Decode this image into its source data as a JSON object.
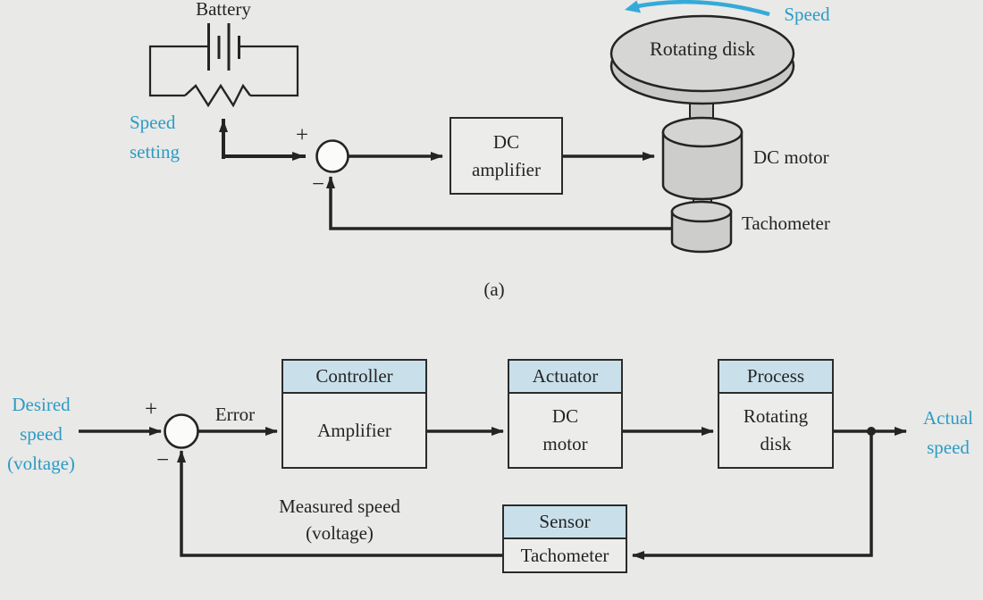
{
  "colors": {
    "background": "#e9e9e8",
    "line": "#242424",
    "cyan_text": "#2b9cc4",
    "cyan_arrow": "#35aad8",
    "header_blue": "#c9e0eb",
    "machine_gray": "#cfcfce"
  },
  "physical": {
    "battery_label": "Battery",
    "speed_setting_line1": "Speed",
    "speed_setting_line2": "setting",
    "rotation_speed_label": "Speed",
    "rotating_disk_label": "Rotating disk",
    "dc_motor_label": "DC motor",
    "tachometer_label": "Tachometer",
    "amplifier_line1": "DC",
    "amplifier_line2": "amplifier",
    "plus_sign": "+",
    "minus_sign": "−",
    "caption": "(a)"
  },
  "block": {
    "desired_line1": "Desired",
    "desired_line2": "speed",
    "desired_line3": "(voltage)",
    "plus_sign": "+",
    "minus_sign": "−",
    "error_label": "Error",
    "controller_header": "Controller",
    "controller_body": "Amplifier",
    "actuator_header": "Actuator",
    "actuator_body_line1": "DC",
    "actuator_body_line2": "motor",
    "process_header": "Process",
    "process_body_line1": "Rotating",
    "process_body_line2": "disk",
    "sensor_header": "Sensor",
    "sensor_body": "Tachometer",
    "actual_line1": "Actual",
    "actual_line2": "speed",
    "measured_line1": "Measured speed",
    "measured_line2": "(voltage)"
  }
}
